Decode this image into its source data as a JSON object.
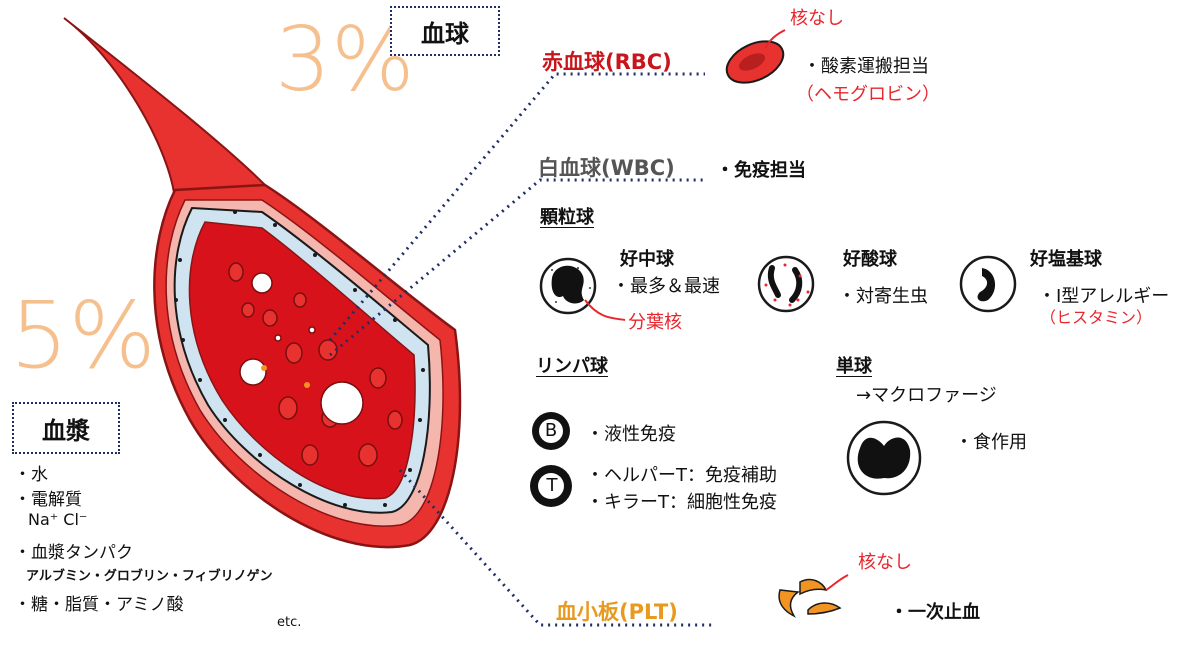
{
  "percent_cells": "3%",
  "percent_plasma": "5%",
  "blood_cells_box": "血球",
  "plasma_box": "血漿",
  "rbc": {
    "title": "赤血球(RBC)",
    "note_no_nucleus": "核なし",
    "function": "・酸素運搬担当",
    "hemoglobin": "（ヘモグロビン）"
  },
  "wbc": {
    "title": "白血球(WBC)",
    "function": "・免疫担当",
    "granulocytes_heading": "顆粒球",
    "neutrophil": {
      "name": "好中球",
      "desc": "・最多＆最速",
      "note": "分葉核"
    },
    "eosinophil": {
      "name": "好酸球",
      "desc": "・対寄生虫"
    },
    "basophil": {
      "name": "好塩基球",
      "desc": "・Ⅰ型アレルギー",
      "note": "（ヒスタミン）"
    },
    "lymphocyte_heading": "リンパ球",
    "b_cell": {
      "letter": "B",
      "desc": "・液性免疫"
    },
    "t_cell": {
      "letter": "T",
      "desc1": "・ヘルパーT：免疫補助",
      "desc2": "・キラーT：細胞性免疫"
    },
    "monocyte_heading": "単球",
    "macrophage": "→マクロファージ",
    "phagocytosis": "・食作用"
  },
  "plt": {
    "title": "血小板(PLT)",
    "note_no_nucleus": "核なし",
    "function": "・一次止血"
  },
  "plasma_list": {
    "water": "・水",
    "electrolytes": "・電解質",
    "ions": "Na⁺ Cl⁻",
    "proteins": "・血漿タンパク",
    "protein_types": "アルブミン・グロブリン・フィブリノゲン",
    "nutrients": "・糖・脂質・アミノ酸",
    "etc": "etc."
  },
  "colors": {
    "vessel_red": "#e8322f",
    "vessel_dark": "#b81f1f",
    "endothelium_blue": "#cfe3f0",
    "pink": "#f4b6ad",
    "percent_orange": "#f5c08e",
    "accent_red": "#e8262d",
    "dotted_navy": "#1f2f66",
    "platelet_orange": "#f29422"
  }
}
